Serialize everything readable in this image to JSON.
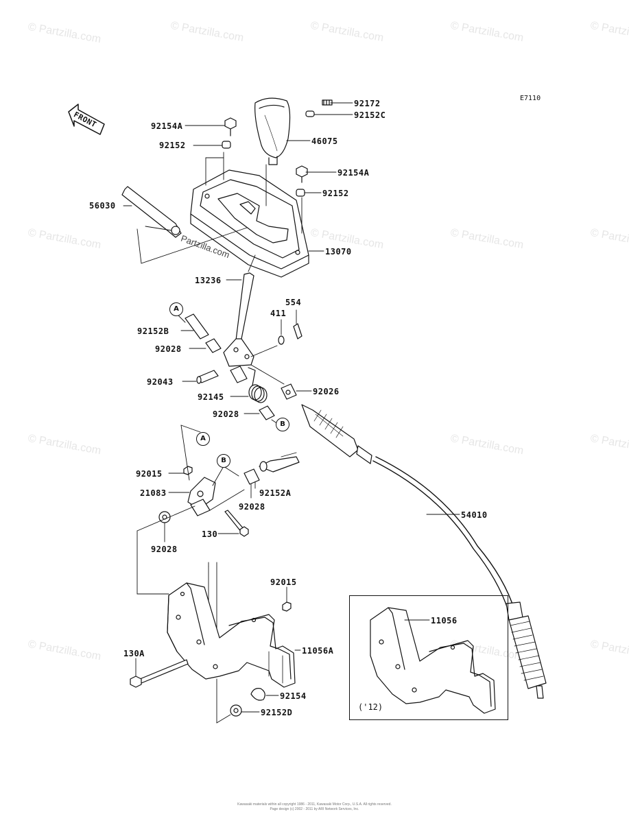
{
  "diagram_code": "E7110",
  "front_label": "FRONT",
  "callouts": {
    "a1": "A",
    "b1": "B",
    "a2": "A",
    "b2": "B"
  },
  "parts": {
    "p92172": "92172",
    "p92152C": "92152C",
    "p92154A_1": "92154A",
    "p92152_1": "92152",
    "p46075": "46075",
    "p92154A_2": "92154A",
    "p92152_2": "92152",
    "p56030": "56030",
    "p13070": "13070",
    "p13236": "13236",
    "p554": "554",
    "p411": "411",
    "p92152B": "92152B",
    "p92028_1": "92028",
    "p92043": "92043",
    "p92026": "92026",
    "p92145": "92145",
    "p92028_2": "92028",
    "p92015_1": "92015",
    "p21083": "21083",
    "p92152A": "92152A",
    "p92028_3": "92028",
    "p130": "130",
    "p92028_4": "92028",
    "p54010": "54010",
    "p92015_2": "92015",
    "p11056A": "11056A",
    "p11056": "11056",
    "p130A": "130A",
    "p92154": "92154",
    "p92152D": "92152D"
  },
  "inset_year": "('12)",
  "watermark": "© Partzilla.com",
  "center_watermark": "Partzilla.com",
  "copyright_line1": "Kawasaki materials within all copyright 1986 - 2011, Kawasaki Motor Corp., U.S.A. All rights reserved.",
  "copyright_line2": "Page design (c) 2002 - 2011 by ARI Network Services, Inc."
}
